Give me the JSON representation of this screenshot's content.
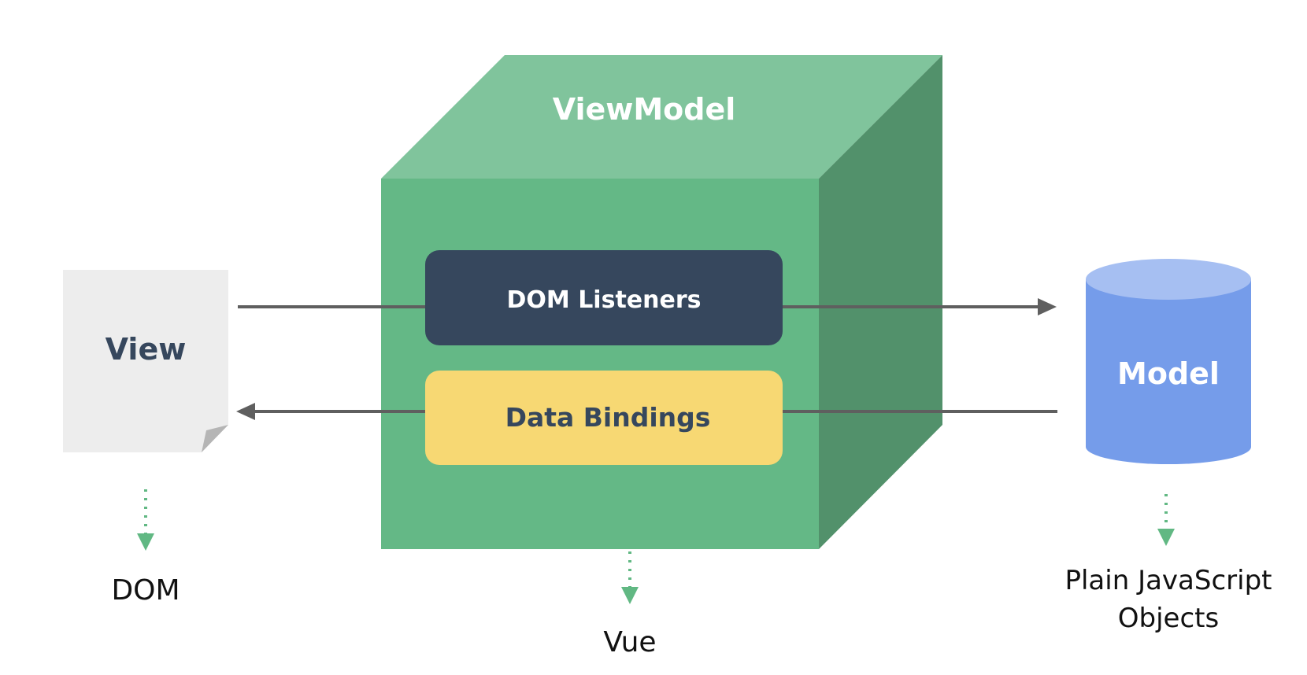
{
  "view": {
    "title": "View",
    "caption": "DOM"
  },
  "viewmodel": {
    "title": "ViewModel",
    "caption": "Vue",
    "dom_listeners": "DOM Listeners",
    "data_bindings": "Data Bindings"
  },
  "model": {
    "title": "Model",
    "caption_line1": "Plain JavaScript",
    "caption_line2": "Objects"
  },
  "colors": {
    "cube_front": "#64b886",
    "cube_top": "#80c49c",
    "cube_side": "#52916b",
    "listeners_box": "#36475d",
    "bindings_box": "#f7d873",
    "view_page": "#ededed",
    "view_fold": "#b5b5b5",
    "model_body": "#759cea",
    "model_top": "#a6bff2",
    "arrow": "#5f5f5f",
    "dotted_arrow": "#61b883",
    "dark_text": "#36475d",
    "white_text": "#ffffff"
  }
}
